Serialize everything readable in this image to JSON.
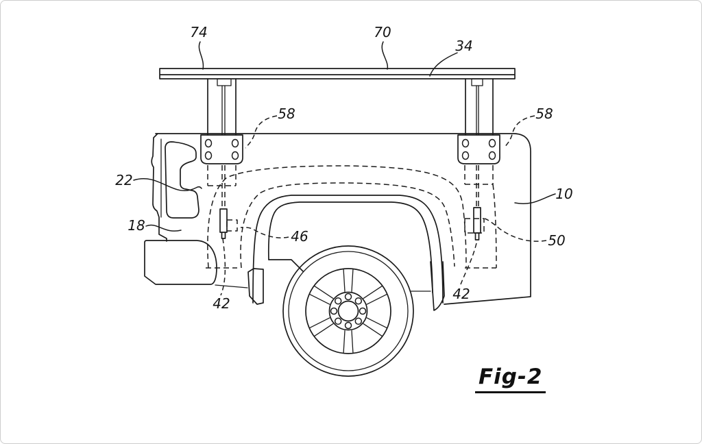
{
  "figure": {
    "caption": "Fig-2",
    "labels": {
      "n74": "74",
      "n70": "70",
      "n34": "34",
      "n58_left": "58",
      "n58_right": "58",
      "n22": "22",
      "n10": "10",
      "n18": "18",
      "n50": "50",
      "n46": "46",
      "n42_left": "42",
      "n42_right": "42"
    },
    "line_color": "#1b1b1b",
    "background": "#ffffff"
  }
}
